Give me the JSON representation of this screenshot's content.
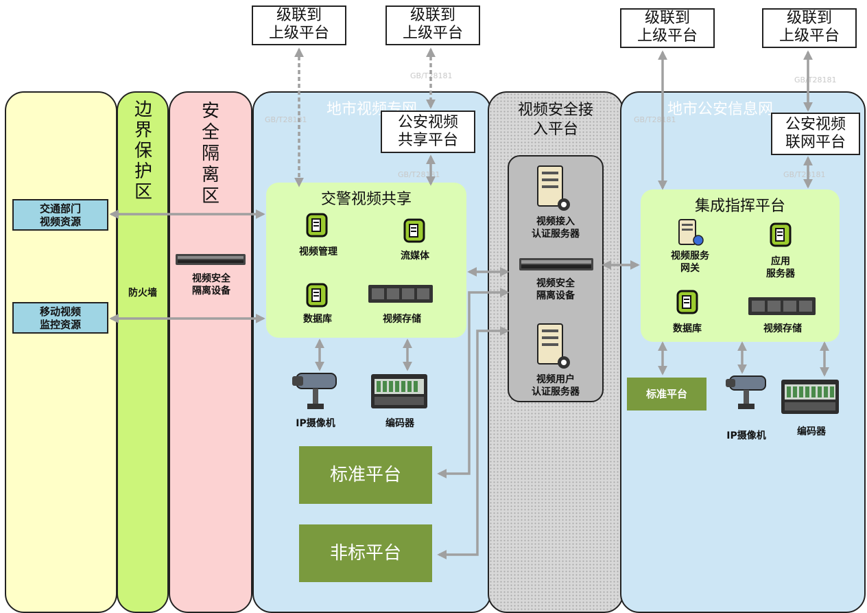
{
  "zones": {
    "border_zone": "边界保护区",
    "isolation_zone": "安全隔离区",
    "city_video_net": "地市视频专网",
    "access_platform": "视频安全接入平台",
    "police_net": "地市公安信息网"
  },
  "cascade_label": "级联到上级平台",
  "cascade_label_lines": [
    "级联到",
    "上级平台"
  ],
  "protocol": "GB/T28181",
  "left_resources": [
    "交通部门视频资源",
    "移动视频监控资源"
  ],
  "left_resources_lines": [
    [
      "交通部门",
      "视频资源"
    ],
    [
      "移动视频",
      "监控资源"
    ]
  ],
  "firewall": "防火墙",
  "isolation_device": "视频安全隔离设备",
  "isolation_device_lines": [
    "视频安全",
    "隔离设备"
  ],
  "video_net": {
    "share_platform": "公安视频共享平台",
    "share_platform_lines": [
      "公安视频",
      "共享平台"
    ],
    "traffic_panel_title": "交警视频共享",
    "items": [
      "视频管理",
      "流媒体",
      "数据库",
      "视频存储"
    ],
    "ip_camera": "IP摄像机",
    "encoder": "编码器",
    "standard_platform": "标准平台",
    "nonstandard_platform": "非标平台"
  },
  "access": {
    "access_auth_server": "视频接入认证服务器",
    "access_auth_server_lines": [
      "视频接入",
      "认证服务器"
    ],
    "isolation_device_lines": [
      "视频安全",
      "隔离设备"
    ],
    "user_auth_server": "视频用户认证服务器",
    "user_auth_server_lines": [
      "视频用户",
      "认证服务器"
    ]
  },
  "police": {
    "network_platform": "公安视频联网平台",
    "network_platform_lines": [
      "公安视频",
      "联网平台"
    ],
    "command_panel_title": "集成指挥平台",
    "video_gateway_lines": [
      "视频服务",
      "网关"
    ],
    "app_server_lines": [
      "应用",
      "服务器"
    ],
    "database": "数据库",
    "video_storage": "视频存储",
    "standard_platform": "标准平台",
    "ip_camera": "IP摄像机",
    "encoder": "编码器"
  },
  "colors": {
    "yellow_zone": "#ffffc8",
    "green_zone": "#ccf57a",
    "pink_zone": "#fcd2d2",
    "blue_zone": "#cde6f5",
    "gray_zone": "#d8d8d8",
    "panel": "#dcfcb4",
    "olive": "#7a9a3e",
    "cyan": "#9fd5e4",
    "arrow": "#a0a0a0"
  }
}
